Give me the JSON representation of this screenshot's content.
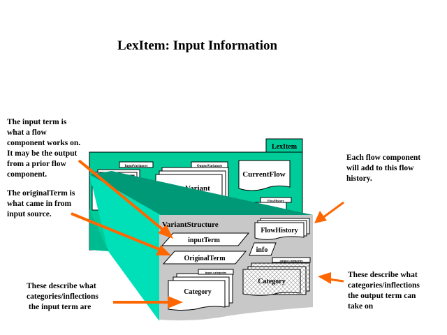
{
  "title": "LexItem: Input Information",
  "colors": {
    "teal": "#00cc99",
    "teal_light": "#00e0b8",
    "teal_dark": "#009977",
    "gray": "#c8c8c8",
    "arrow": "#ff6600"
  },
  "notes": {
    "input_term": "The input term is\nwhat a flow\ncomponent works on.\nIt may be the output\nfrom a prior flow\ncomponent.",
    "original_term": "The originalTerm is\nwhat came in from\ninput source.",
    "flow_history": "Each flow component\nwill add to this flow\nhistory.",
    "input_categories": "These describe what\ncategories/inflections\n the input term are",
    "output_categories": "These describe what\ncategories/inflections\nthe output term can\ntake on"
  },
  "lexitem": {
    "label": "LexItem",
    "input_variances_tab": "InputVariances",
    "output_variances_tab": "OutputVariances",
    "variant_label": "Variant",
    "current_flow": "CurrentFlow",
    "flow_history_tab": "FlowHistory"
  },
  "variant_structure": {
    "label": "VariantStructure",
    "input_term": "inputTerm",
    "original_term": "OriginalTerm",
    "info": "info",
    "flow_history": "FlowHistory",
    "input_categories_tab": "input categories",
    "output_categories_tab": "output categories",
    "input_category": "Category",
    "output_category": "Category"
  }
}
